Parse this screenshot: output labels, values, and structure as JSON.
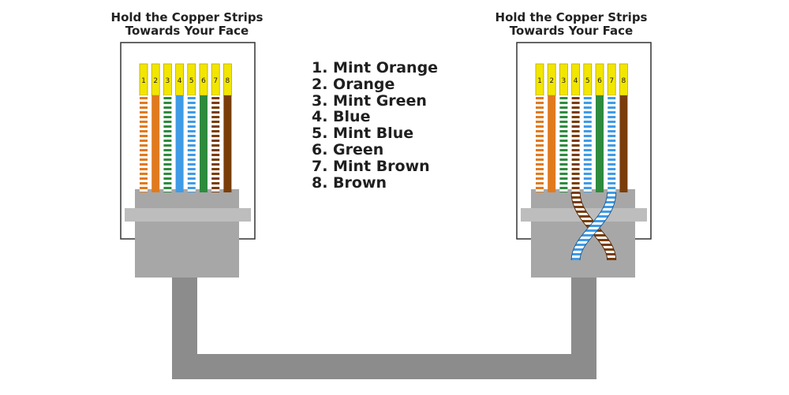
{
  "left_connector": {
    "heading_line1": "Hold the Copper Strips",
    "heading_line2": "Towards Your Face"
  },
  "right_connector": {
    "heading_line1": "Hold the Copper Strips",
    "heading_line2": "Towards Your Face"
  },
  "pin_numbers": [
    "1",
    "2",
    "3",
    "4",
    "5",
    "6",
    "7",
    "8"
  ],
  "legend": [
    "1. Mint Orange",
    "2. Orange",
    "3. Mint Green",
    "4. Blue",
    "5. Mint Blue",
    "6. Green",
    "7. Mint Brown",
    "8. Brown"
  ],
  "colors": {
    "copper": "#f2e600",
    "orange": "#e07a1e",
    "green": "#2e8b3e",
    "blue": "#3f9be6",
    "brown": "#7a3d0a",
    "stripe_white": "#ffffff",
    "boot_gray": "#a7a7a7",
    "cable_gray": "#8c8c8c",
    "outline": "#333333"
  },
  "left_wires": [
    {
      "pin": "1",
      "color": "orange",
      "striped": true
    },
    {
      "pin": "2",
      "color": "orange",
      "striped": false
    },
    {
      "pin": "3",
      "color": "green",
      "striped": true
    },
    {
      "pin": "4",
      "color": "blue",
      "striped": false
    },
    {
      "pin": "5",
      "color": "blue",
      "striped": true
    },
    {
      "pin": "6",
      "color": "green",
      "striped": false
    },
    {
      "pin": "7",
      "color": "brown",
      "striped": true
    },
    {
      "pin": "8",
      "color": "brown",
      "striped": false
    }
  ],
  "right_wires": [
    {
      "pin": "1",
      "color": "orange",
      "striped": true
    },
    {
      "pin": "2",
      "color": "orange",
      "striped": false
    },
    {
      "pin": "3",
      "color": "green",
      "striped": true
    },
    {
      "pin": "4",
      "color": "brown",
      "striped": true
    },
    {
      "pin": "5",
      "color": "blue",
      "striped": true
    },
    {
      "pin": "6",
      "color": "green",
      "striped": false
    },
    {
      "pin": "7",
      "color": "blue",
      "striped": true
    },
    {
      "pin": "8",
      "color": "brown",
      "striped": false
    }
  ],
  "right_crossover": {
    "pins": [
      "4",
      "7"
    ]
  }
}
